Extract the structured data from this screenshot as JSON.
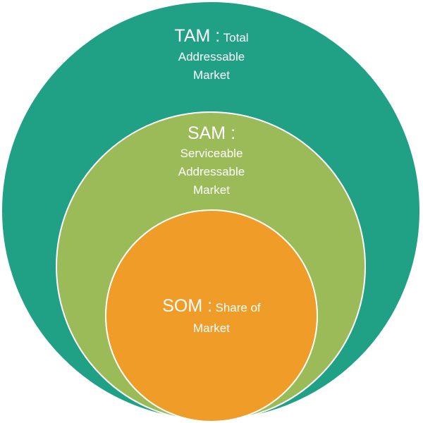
{
  "diagram": {
    "tam": {
      "abbr": "TAM :",
      "line1": "Total",
      "line2": "Addressable",
      "line3": "Market",
      "color": "#20a085"
    },
    "sam": {
      "abbr": "SAM :",
      "line1": "Serviceable",
      "line2": "Addressable",
      "line3": "Market",
      "color": "#9bbb59"
    },
    "som": {
      "abbr": "SOM :",
      "line1": "Share of",
      "line2": "Market",
      "color": "#f09c28"
    }
  }
}
